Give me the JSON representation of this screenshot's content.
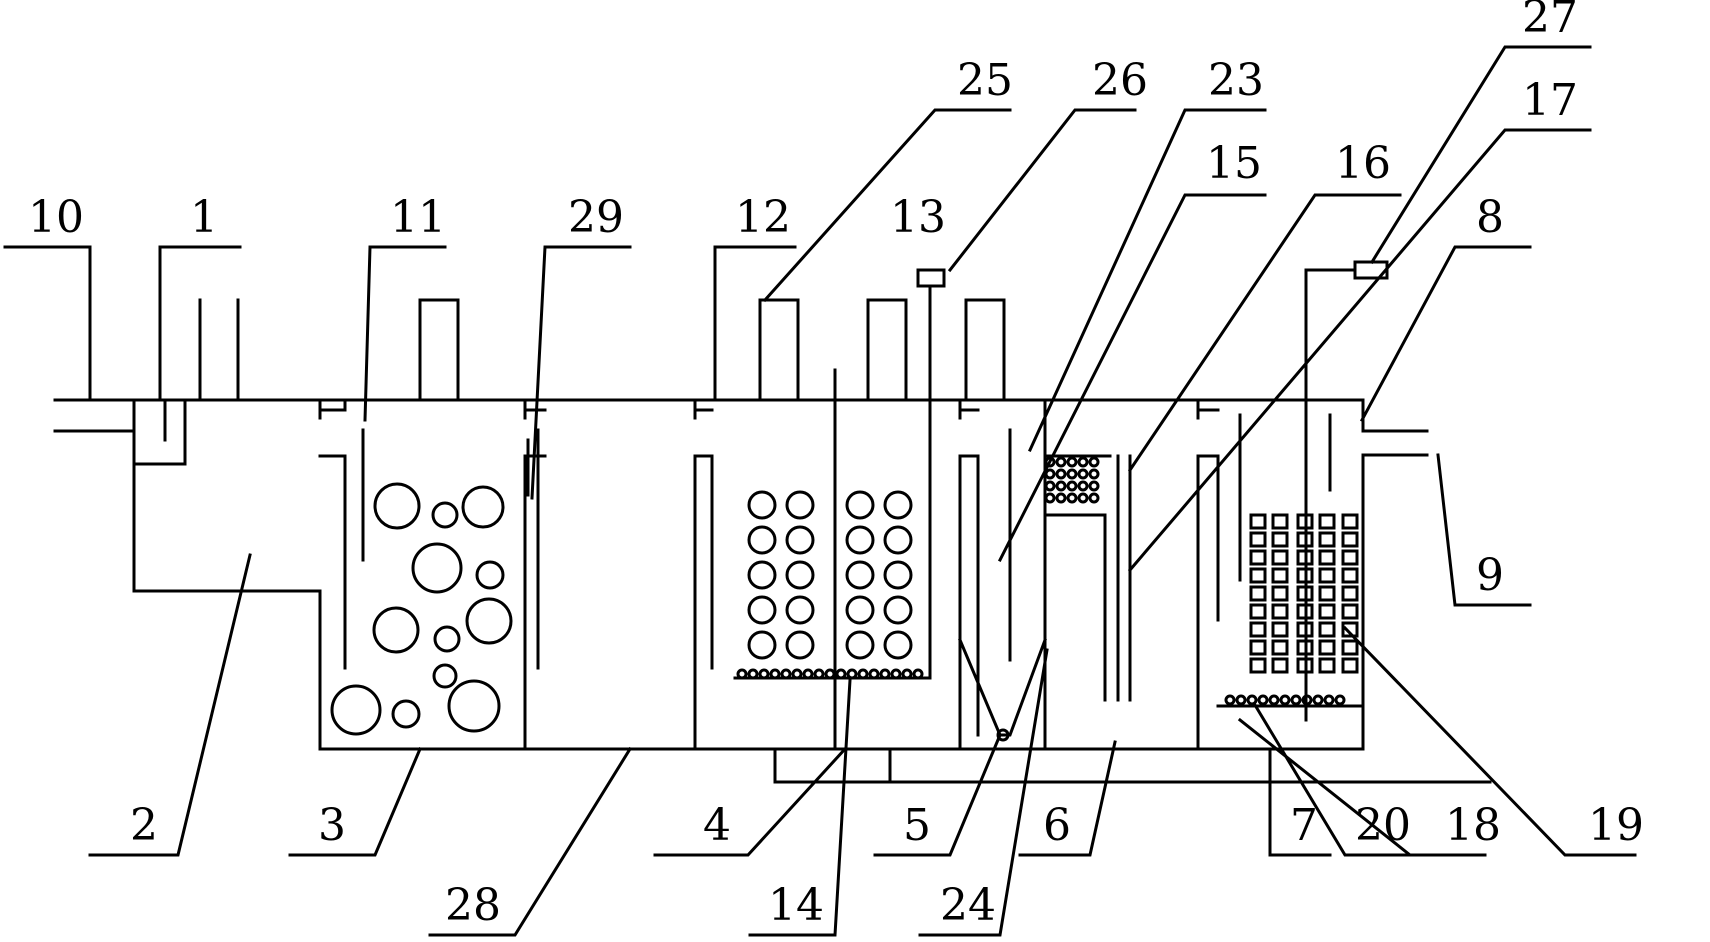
{
  "labels": {
    "l1": "1",
    "l2": "2",
    "l3": "3",
    "l4": "4",
    "l5": "5",
    "l6": "6",
    "l7": "7",
    "l8": "8",
    "l9": "9",
    "l10": "10",
    "l11": "11",
    "l12": "12",
    "l13": "13",
    "l14": "14",
    "l15": "15",
    "l16": "16",
    "l17": "17",
    "l18": "18",
    "l19": "19",
    "l20": "20",
    "l23": "23",
    "l24": "24",
    "l25": "25",
    "l26": "26",
    "l27": "27",
    "l28": "28",
    "l29": "29"
  }
}
